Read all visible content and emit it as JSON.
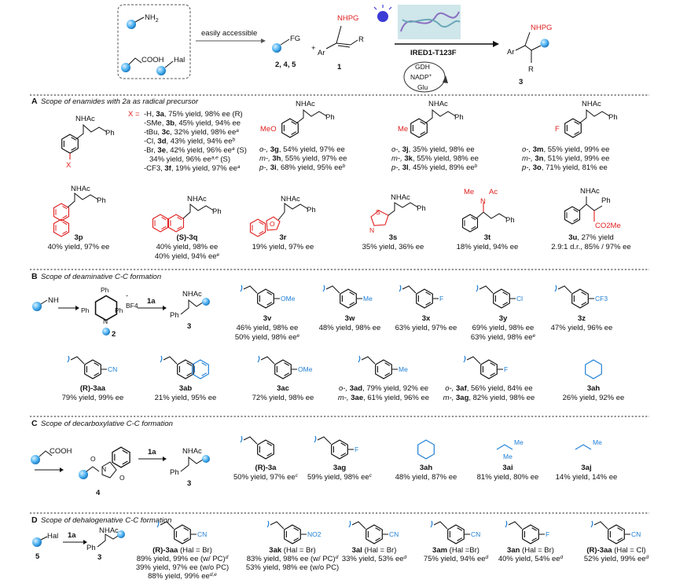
{
  "header": {
    "left_box": {
      "nh2": "NH",
      "nh2_sub": "2",
      "cooh": "COOH",
      "hal": "Hal",
      "arrow_label": "easily accessible"
    },
    "fg": "FG",
    "fg_ids": "2, 4, 5",
    "plus": "+",
    "enamide_nh": "NHPG",
    "enamide_ar": "Ar",
    "enamide_r": "R",
    "enamide_id": "1",
    "enzyme": "IRED1-T123F",
    "cycle": [
      "GDH",
      "NADP",
      "+",
      "Glu"
    ],
    "product_nh": "NHPG",
    "product_ar": "Ar",
    "product_r": "R",
    "product_id": "3"
  },
  "sectionA": {
    "letter": "A",
    "title": "Scope of enamides with 2a as radical precursor",
    "x_eq": "X =",
    "x_label": "X",
    "x_list": [
      {
        "sub": "-H,",
        "id": "3a",
        "rest": ", 75% yield, 98% ee (R)"
      },
      {
        "sub": "-SMe,",
        "id": "3b",
        "rest": ", 45% yield, 94% ee"
      },
      {
        "sub": "-tBu,",
        "id": "3c",
        "rest": ", 32% yield, 98% ee",
        "sup": "a"
      },
      {
        "sub": "-Cl,",
        "id": "3d",
        "rest": ", 43% yield, 94% ee",
        "sup": "b"
      },
      {
        "sub": "-Br,",
        "id": "3e",
        "rest": ", 42% yield, 96% ee",
        "sup": "a",
        "tail": " (S)"
      },
      {
        "sub": "",
        "id": "",
        "rest": "34% yield, 96% ee",
        "sup": "a,e",
        "tail": " (S)"
      },
      {
        "sub": "-CF3,",
        "id": "3f",
        "rest": ", 19% yield, 97% ee",
        "sup": "a"
      }
    ],
    "meo_group": [
      {
        "pos": "o-,",
        "id": "3g",
        "rest": ", 54% yield, 97% ee"
      },
      {
        "pos": "m-,",
        "id": "3h",
        "rest": ", 55% yield, 97% ee"
      },
      {
        "pos": "p-,",
        "id": "3i",
        "rest": ", 68% yield, 95% ee",
        "sup": "b"
      }
    ],
    "me_group": [
      {
        "pos": "o-,",
        "id": "3j",
        "rest": ", 35% yield, 98% ee"
      },
      {
        "pos": "m-,",
        "id": "3k",
        "rest": ", 55% yield, 98% ee"
      },
      {
        "pos": "p-,",
        "id": "3l",
        "rest": ", 45% yield, 89% ee",
        "sup": "b"
      }
    ],
    "f_group": [
      {
        "pos": "o-,",
        "id": "3m",
        "rest": ", 55% yield, 99% ee"
      },
      {
        "pos": "m-,",
        "id": "3n",
        "rest": ", 51% yield, 99% ee"
      },
      {
        "pos": "p-,",
        "id": "3o",
        "rest": ", 71% yield, 81% ee"
      }
    ],
    "row2": [
      {
        "id": "3p",
        "line1": "40% yield, 97% ee"
      },
      {
        "id": "(S)-3q",
        "line1": "40% yield, 98% ee",
        "line2": "40% yield, 94% ee",
        "sup2": "e"
      },
      {
        "id": "3r",
        "line1": "19% yield, 97% ee"
      },
      {
        "id": "3s",
        "line1": "35% yield, 36% ee"
      },
      {
        "id": "3t",
        "line1": "18% yield, 94% ee"
      },
      {
        "id": "3u",
        "line0": ", 27% yield",
        "line1": "2.9:1 d.r., 85% / 97% ee"
      }
    ],
    "labels": {
      "nhac": "NHAc",
      "ph": "Ph",
      "meo": "MeO",
      "me": "Me",
      "f": "F",
      "ac": "Ac",
      "n": "N",
      "o": "O",
      "s": "S",
      "co2me": "CO2Me"
    }
  },
  "sectionB": {
    "letter": "B",
    "title": "Scope of deaminative C-C formation",
    "reagent_id": "2",
    "arrow_label": "1a",
    "product_id": "3",
    "bf4": "BF4",
    "minus": "-",
    "row1": [
      {
        "id": "3v",
        "l1": "46% yield, 98% ee",
        "l2": "50% yield, 98% ee",
        "sup2": "e",
        "sub": "OMe"
      },
      {
        "id": "3w",
        "l1": "48% yield, 98% ee",
        "sub": "Me"
      },
      {
        "id": "3x",
        "l1": "63% yield, 97% ee",
        "sub": "F"
      },
      {
        "id": "3y",
        "l1": "69% yield, 98% ee",
        "l2": "63% yield, 98% ee",
        "sup2": "e",
        "sub": "Cl"
      },
      {
        "id": "3z",
        "l1": "47% yield, 96% ee",
        "sub": "CF3"
      }
    ],
    "row2": [
      {
        "id": "(R)-3aa",
        "l1": "79% yield, 99% ee",
        "sub": "CN"
      },
      {
        "id": "3ab",
        "l1": "21% yield, 95% ee"
      },
      {
        "id": "3ac",
        "l1": "72% yield, 98% ee",
        "sub": "OMe"
      },
      {
        "id1": "3ad",
        "l1": "o-, ",
        "r1": ", 79% yield, 92% ee",
        "id2": "3ae",
        "l2": "m-, ",
        "r2": ", 61% yield, 96% ee",
        "sub": "Me"
      },
      {
        "id1": "3af",
        "l1": "o-, ",
        "r1": ", 56% yield, 84% ee",
        "id2": "3ag",
        "l2": "m-, ",
        "r2": ", 82% yield, 98% ee",
        "sub": "F"
      },
      {
        "id": "3ah",
        "l1": "26% yield, 92% ee"
      }
    ]
  },
  "sectionC": {
    "letter": "C",
    "title": "Scope of decarboxylative C-C formation",
    "cooh": "COOH",
    "reagent_id": "4",
    "arrow_label": "1a",
    "product_id": "3",
    "items": [
      {
        "id": "(R)-3a",
        "l1": "50% yield, 97% ee",
        "sup": "c"
      },
      {
        "id": "3ag",
        "l1": "59% yield, 98% ee",
        "sup": "c",
        "sub": "F"
      },
      {
        "id": "3ah",
        "l1": "48% yield, 87% ee"
      },
      {
        "id": "3ai",
        "l1": "81% yield, 80% ee",
        "sub": "Me"
      },
      {
        "id": "3aj",
        "l1": "14% yield, 14% ee",
        "sub": "Me"
      }
    ]
  },
  "sectionD": {
    "letter": "D",
    "title": "Scope of dehalogenative C-C formation",
    "hal": "Hal",
    "reagent_id": "5",
    "arrow_label": "1a",
    "product_id": "3",
    "items": [
      {
        "id": "(R)-3aa",
        "cap": " (Hal = Br)",
        "lines": [
          "89% yield, 99% ee (w/ PC)",
          "39% yield, 97% ee (w/o PC)",
          "88% yield, 99% ee"
        ],
        "sups": [
          "d",
          "",
          "d,e"
        ],
        "sub": "CN"
      },
      {
        "id": "3ak",
        "cap": " (Hal = Br)",
        "lines": [
          "83% yield, 98% ee (w/ PC)",
          "53% yield, 98% ee (w/o PC)"
        ],
        "sups": [
          "d",
          ""
        ],
        "sub": "NO2"
      },
      {
        "id": "3al",
        "cap": " (Hal = Br)",
        "lines": [
          "33% yield, 53% ee"
        ],
        "sups": [
          "d"
        ],
        "sub": "CN"
      },
      {
        "id": "3am",
        "cap": " (Hal =Br)",
        "lines": [
          "75% yield, 94% ee"
        ],
        "sups": [
          "d"
        ],
        "sub": "CN"
      },
      {
        "id": "3an",
        "cap": " (Hal = Br)",
        "lines": [
          "40% yield, 54% ee"
        ],
        "sups": [
          "d"
        ],
        "sub": "F"
      },
      {
        "id": "(R)-3aa",
        "cap": " (Hal = Cl)",
        "lines": [
          "52% yield, 99% ee"
        ],
        "sups": [
          "d"
        ],
        "sub": "CN"
      }
    ]
  }
}
